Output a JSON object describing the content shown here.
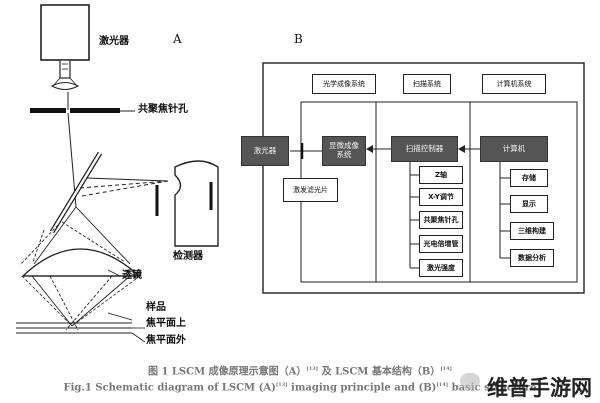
{
  "panel_a": {
    "letter": "A",
    "labels": {
      "laser": "激光器",
      "pinhole": "共聚焦针孔",
      "detector": "检测器",
      "lens": "透镜",
      "sample": "样品",
      "focal_above": "焦平面上",
      "focal_outside": "焦平面外"
    }
  },
  "panel_b": {
    "letter": "B",
    "headers": {
      "optical": "光学成像系统",
      "scan": "扫描系统",
      "computer": "计算机系统"
    },
    "laser_box": "激光器",
    "microscope_box": "显微成像系统",
    "filter_box": "激发滤光片",
    "scan_control": "扫描控制器",
    "scan_items": [
      "Z轴",
      "X-Y调节",
      "共聚焦针孔",
      "光电倍增管",
      "激光强度"
    ],
    "computer_box": "计算机",
    "computer_items": [
      "存储",
      "显示",
      "三维构建",
      "数据分析"
    ]
  },
  "caption": {
    "cn_prefix": "图 1   LSCM 成像原理示意图（A）",
    "cn_ref1": "[13]",
    "cn_mid": " 及 LSCM 基本结构（B）",
    "cn_ref2": "[14]",
    "en_prefix": "Fig.1 Schematic diagram of LSCM (A)",
    "en_ref1": "[13]",
    "en_mid": " imaging principle and (B)",
    "en_ref2": "[14]",
    "en_tail": " basic structure"
  },
  "watermark": "维普手游网"
}
